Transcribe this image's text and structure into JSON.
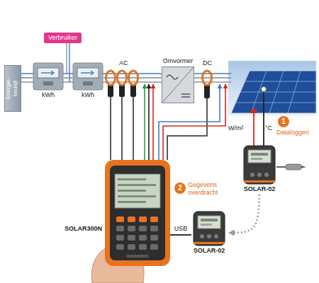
{
  "diagram": {
    "nodes": [
      {
        "text": [
          "Verbruiker"
        ]
      },
      {
        "text": [
          "Energie- bedrijf"
        ]
      },
      {
        "text": [
          "kWh"
        ]
      },
      {
        "text": [
          "kWh"
        ]
      },
      {
        "text": [
          "Omvormer"
        ]
      },
      {
        "text": [
          "SOLAR-02"
        ]
      },
      {
        "text": [
          "SOLAR300N"
        ]
      },
      {
        "text": [
          "SOLAR-02"
        ]
      }
    ],
    "edges": [
      {
        "from": 1,
        "to": 2,
        "arrow": "none"
      },
      {
        "from": 2,
        "to": 3,
        "arrow": "none"
      },
      {
        "from": 3,
        "to": 4,
        "arrow": "none"
      },
      {
        "from": 5,
        "to": 7,
        "arrow": "to"
      },
      {
        "from": 7,
        "to": 6,
        "arrow": "none",
        "label": "USB"
      }
    ],
    "labels": [
      "AC",
      "DC",
      "W/m²",
      "°C",
      "1",
      "Dataloggen",
      "2",
      "Gegevens overdracht"
    ]
  }
}
